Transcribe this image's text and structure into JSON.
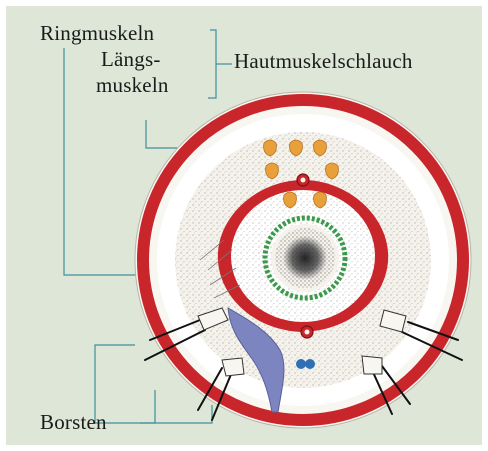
{
  "labels": {
    "ringmuskeln": "Ringmuskeln",
    "laengsmuskeln_line1": "Längs-",
    "laengsmuskeln_line2": "muskeln",
    "hautmuskelschlauch": "Hautmuskelschlauch",
    "borsten": "Borsten"
  },
  "colors": {
    "background": "#dde6d7",
    "muscle_red": "#c8262b",
    "tissue": "#f5f2ec",
    "organ_orange": "#e8a03a",
    "ring_green": "#3a9a4a",
    "nerve_blue": "#7d85c0",
    "vessel_blue": "#2f6fb4"
  }
}
